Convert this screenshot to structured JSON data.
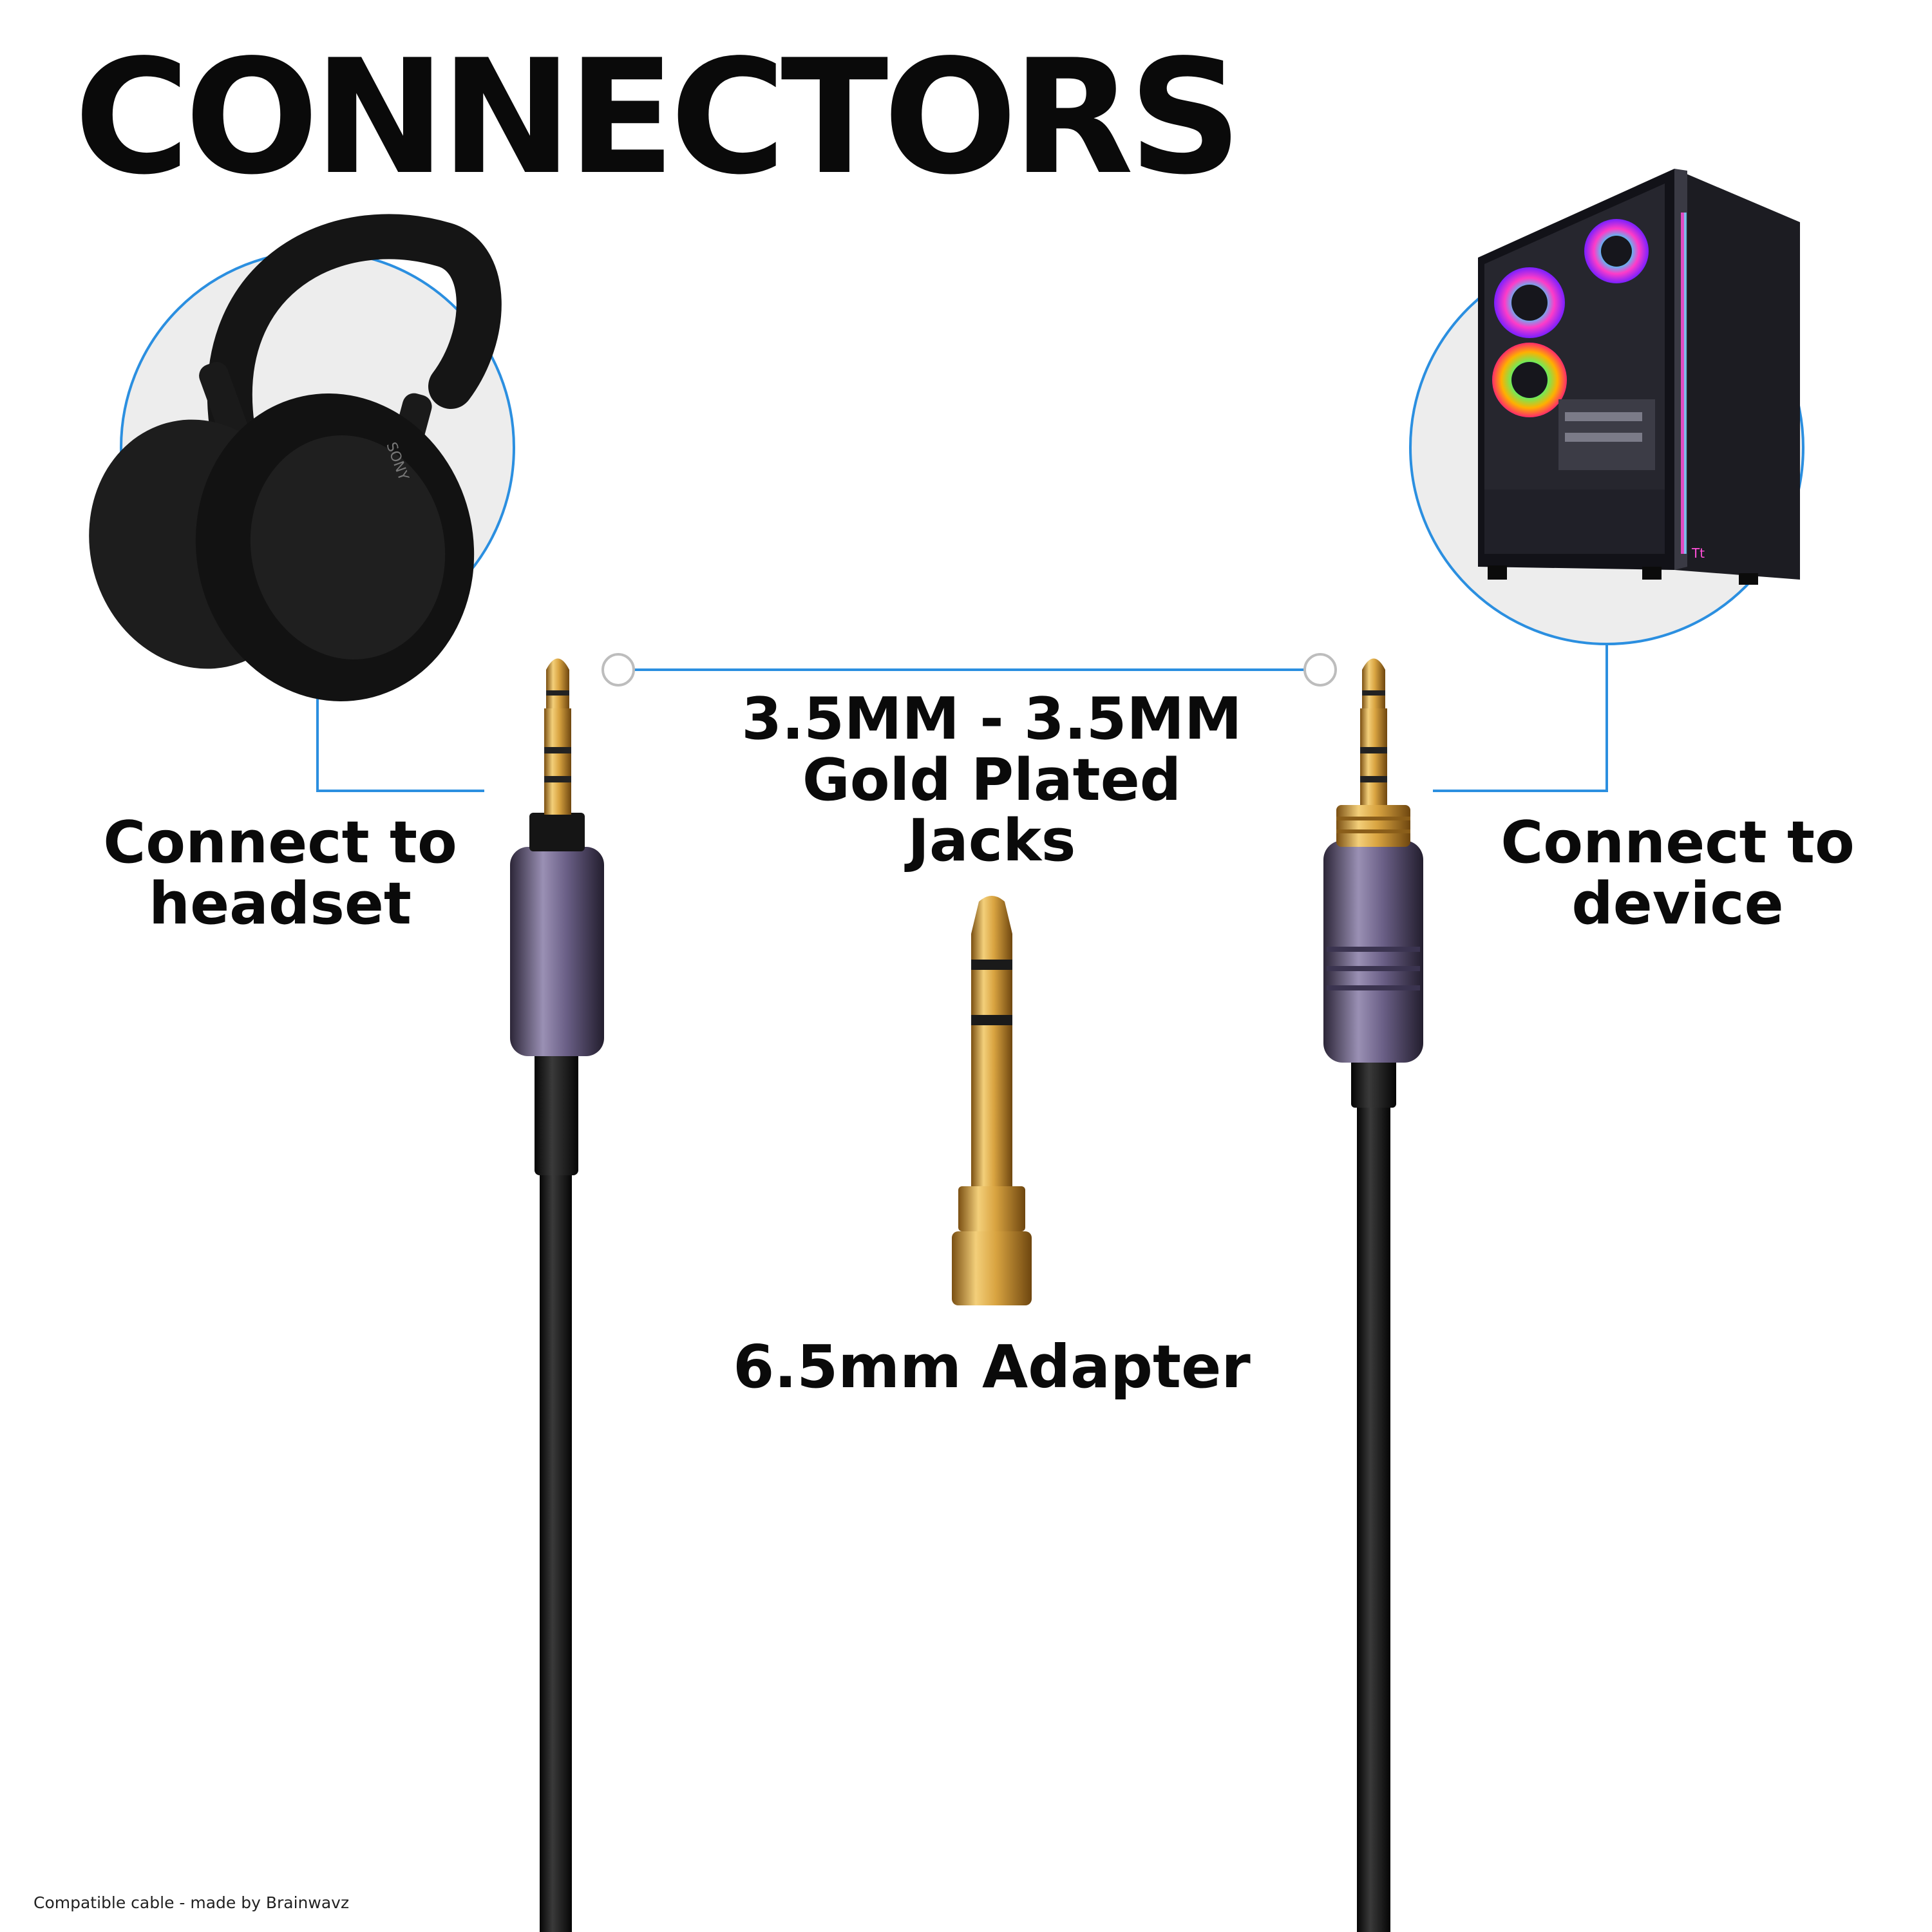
{
  "title": "CONNECTORS",
  "left_label": {
    "line1": "Connect to",
    "line2": "headset"
  },
  "right_label": {
    "line1": "Connect to",
    "line2": "device"
  },
  "center_label": {
    "line1": "3.5MM  - 3.5MM",
    "line2": "Gold Plated",
    "line3": "Jacks"
  },
  "adapter_label": "6.5mm Adapter",
  "footer": "Compatible cable - made by Brainwavz",
  "headphone_brand": "SONY",
  "case_logo": "Tt",
  "colors": {
    "callout_blue": "#2b8fe0",
    "gold": "#d9a441",
    "connector_purple": "#6a5f86",
    "cable": "#141414"
  }
}
